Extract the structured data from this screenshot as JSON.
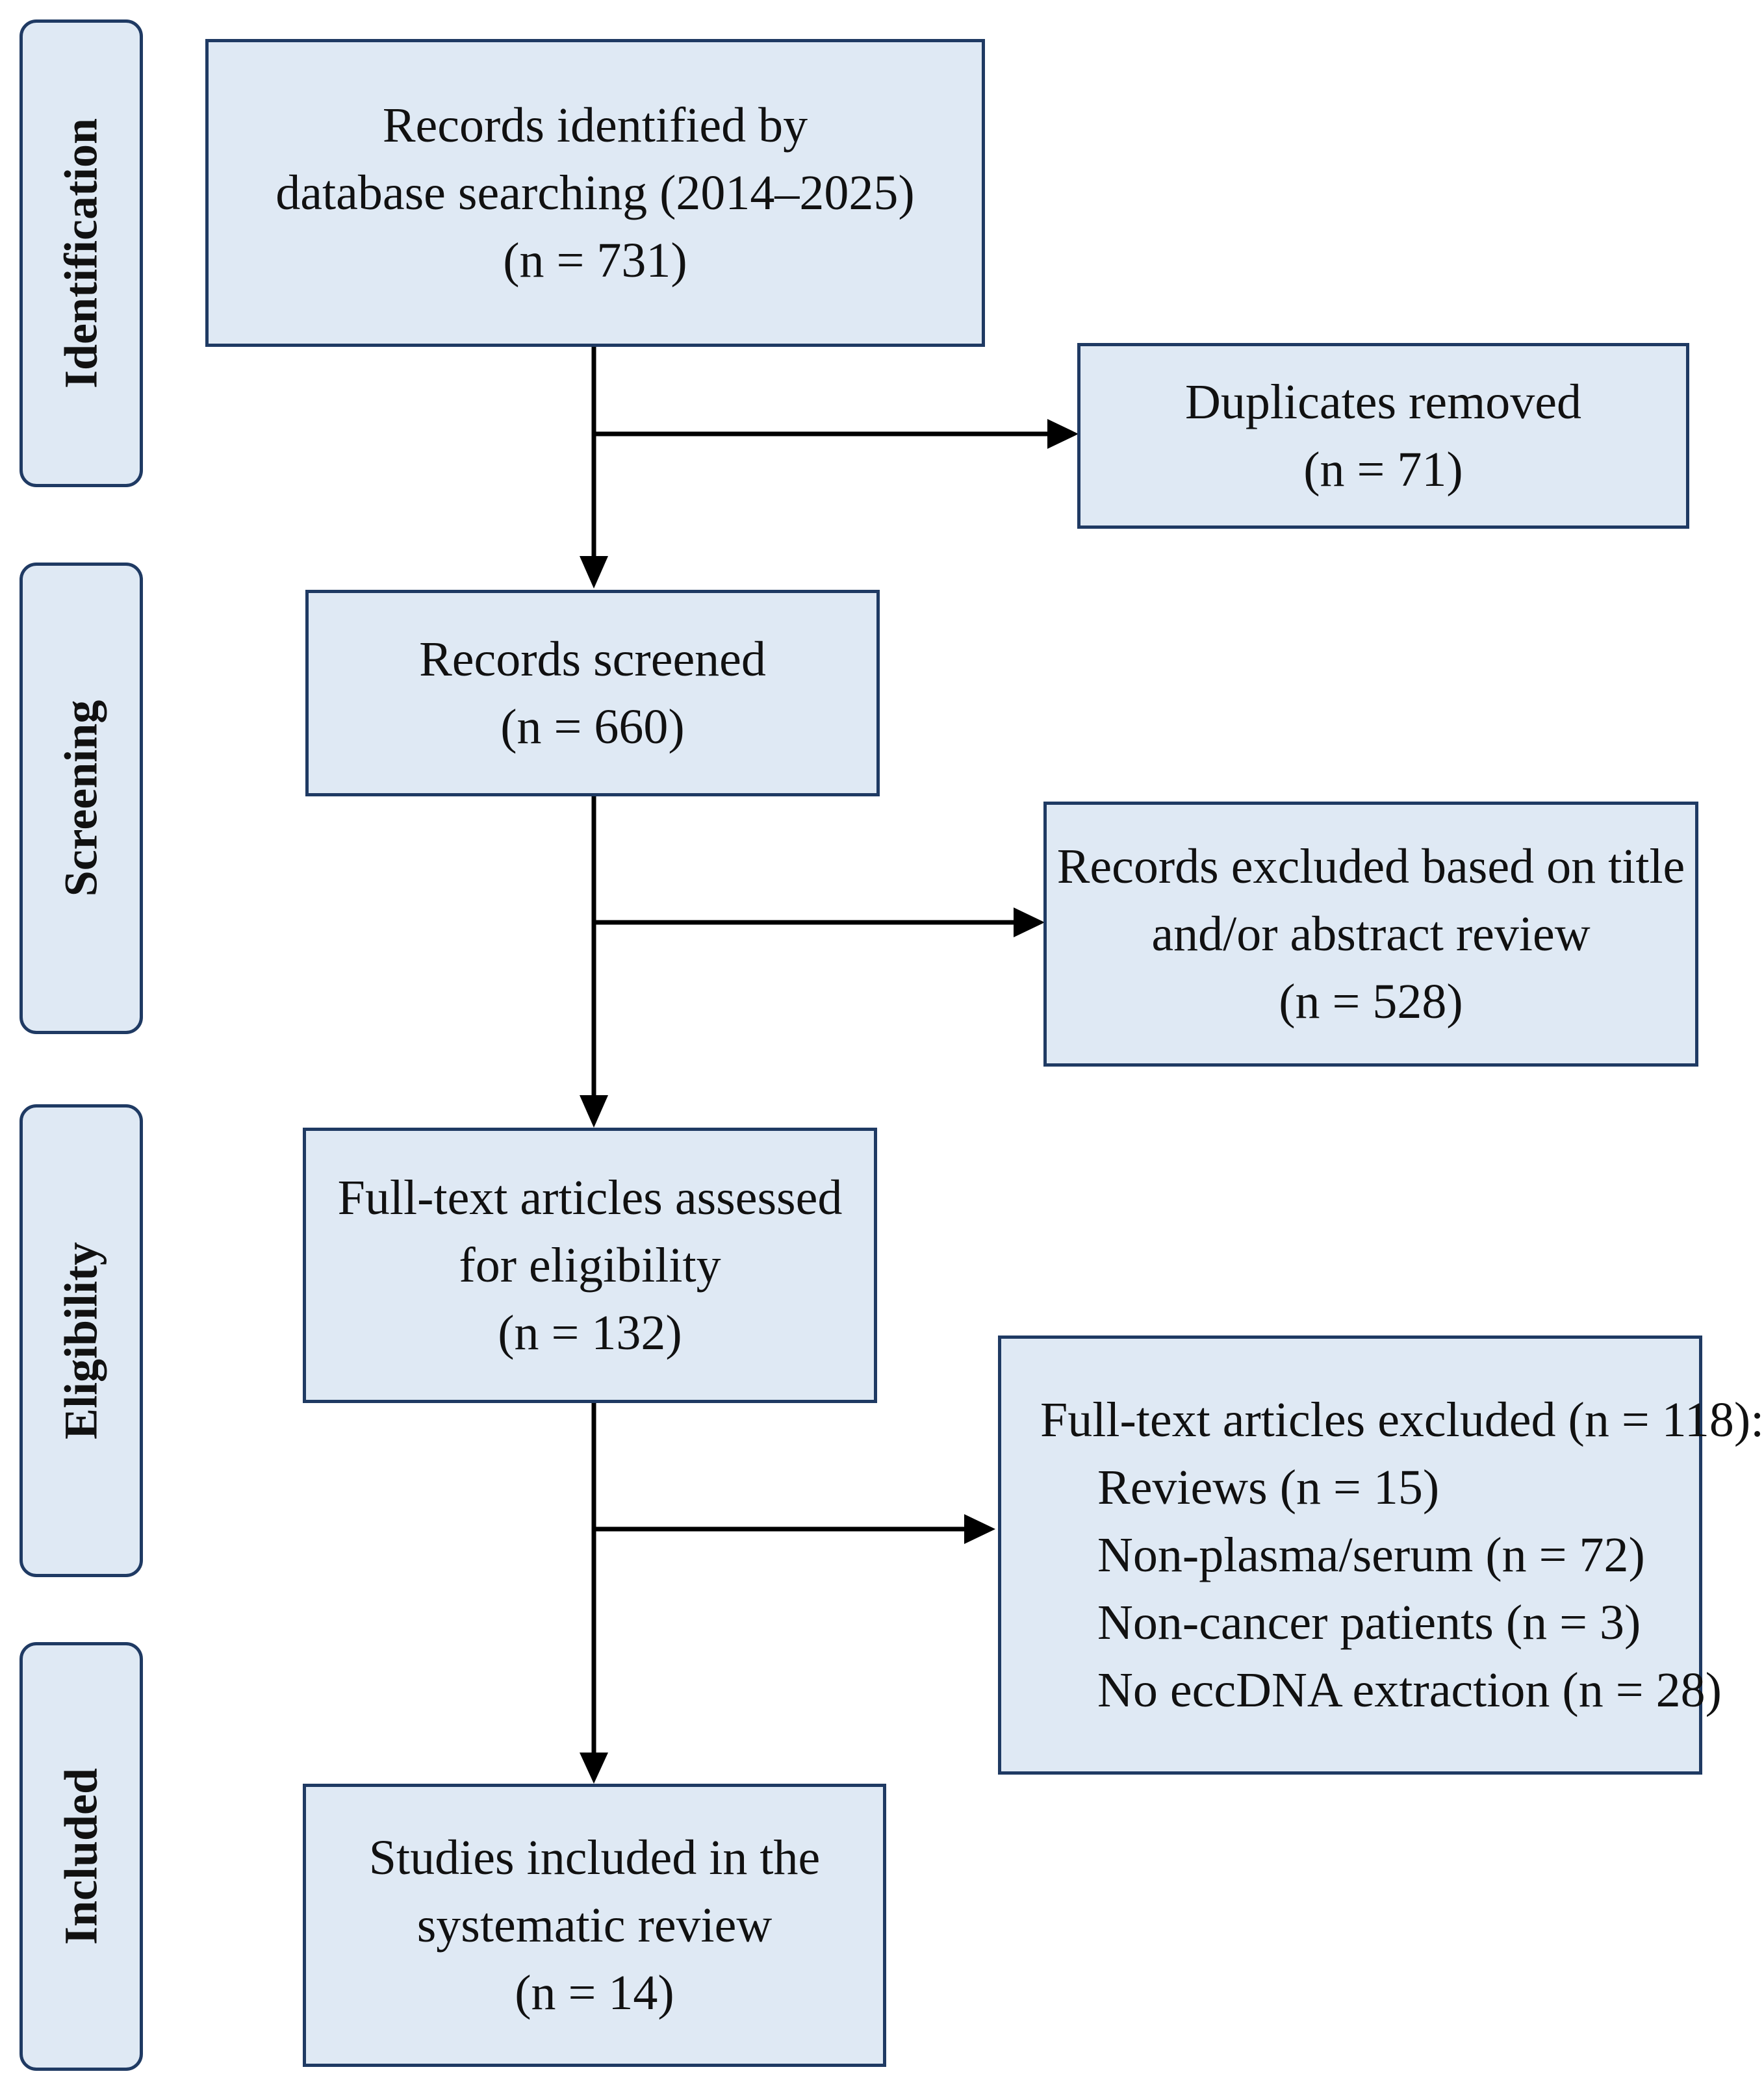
{
  "stages": {
    "identification": "Identification",
    "screening": "Screening",
    "eligibility": "Eligibility",
    "included": "Included"
  },
  "boxes": {
    "identified": {
      "lines": [
        "Records identified by",
        "database searching (2014–2025)",
        "(n = 731)"
      ]
    },
    "duplicates": {
      "lines": [
        "Duplicates removed",
        "(n = 71)"
      ]
    },
    "screened": {
      "lines": [
        "Records screened",
        "(n = 660)"
      ]
    },
    "excluded_title_abstract": {
      "lines": [
        "Records excluded based on title",
        "and/or abstract review",
        "(n = 528)"
      ]
    },
    "fulltext_assessed": {
      "lines": [
        "Full-text articles assessed",
        "for eligibility",
        "(n = 132)"
      ]
    },
    "fulltext_excluded": {
      "header": "Full-text articles excluded (n = 118):",
      "reasons": [
        "Reviews (n = 15)",
        "Non-plasma/serum (n = 72)",
        "Non-cancer patients (n = 3)",
        "No eccDNA extraction (n = 28)"
      ]
    },
    "included": {
      "lines": [
        "Studies included in the",
        "systematic review",
        "(n = 14)"
      ]
    }
  },
  "colors": {
    "box_fill": "#dfe9f4",
    "box_border": "#1f3a63",
    "arrow": "#000000"
  }
}
